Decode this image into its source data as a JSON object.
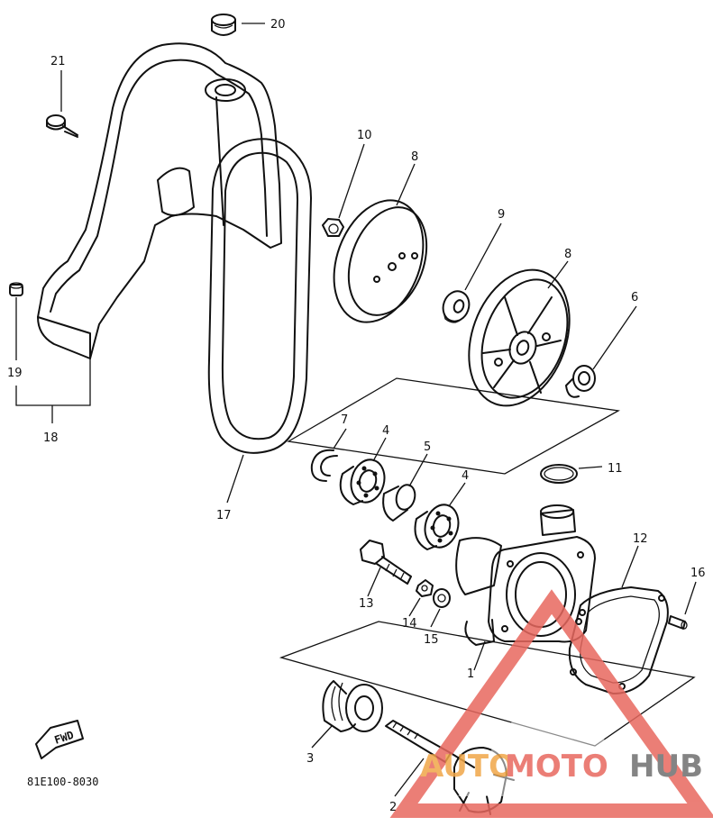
{
  "diagram_code": "81E100-8030",
  "fwd_label": "FWD",
  "watermark": {
    "text_a": "AUTO",
    "text_b": "MOTO",
    "text_c": "HUB",
    "color_red": "#e8685f",
    "color_orange": "#f0a648",
    "color_grey": "#6f6f6f"
  },
  "callouts": [
    {
      "id": "c20",
      "label": "20"
    },
    {
      "id": "c21",
      "label": "21"
    },
    {
      "id": "c10",
      "label": "10"
    },
    {
      "id": "c8a",
      "label": "8"
    },
    {
      "id": "c9",
      "label": "9"
    },
    {
      "id": "c8b",
      "label": "8"
    },
    {
      "id": "c6",
      "label": "6"
    },
    {
      "id": "c19",
      "label": "19"
    },
    {
      "id": "c18",
      "label": "18"
    },
    {
      "id": "c7",
      "label": "7"
    },
    {
      "id": "c4a",
      "label": "4"
    },
    {
      "id": "c5",
      "label": "5"
    },
    {
      "id": "c4b",
      "label": "4"
    },
    {
      "id": "c11",
      "label": "11"
    },
    {
      "id": "c17",
      "label": "17"
    },
    {
      "id": "c12",
      "label": "12"
    },
    {
      "id": "c16",
      "label": "16"
    },
    {
      "id": "c13",
      "label": "13"
    },
    {
      "id": "c14",
      "label": "14"
    },
    {
      "id": "c15",
      "label": "15"
    },
    {
      "id": "c1",
      "label": "1"
    },
    {
      "id": "c3",
      "label": "3"
    },
    {
      "id": "c2",
      "label": "2"
    }
  ]
}
